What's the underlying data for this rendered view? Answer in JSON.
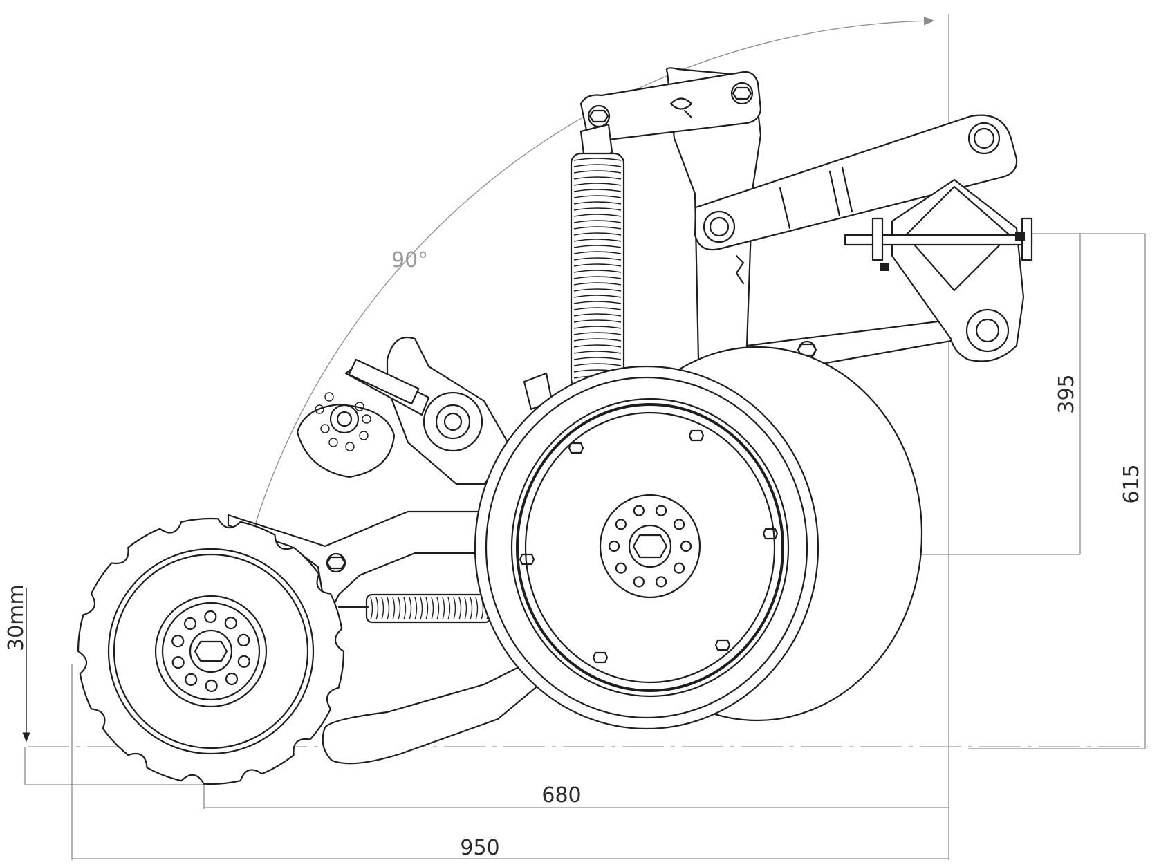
{
  "dimensions": {
    "angle_label": "90°",
    "vertical_offset_label": "30mm",
    "height_1_label": "395",
    "height_2_label": "615",
    "length_1_label": "680",
    "length_2_label": "950"
  },
  "colors": {
    "line": "#1e1e1e",
    "dimension_line": "#8c8c8c",
    "background": "#ffffff"
  }
}
